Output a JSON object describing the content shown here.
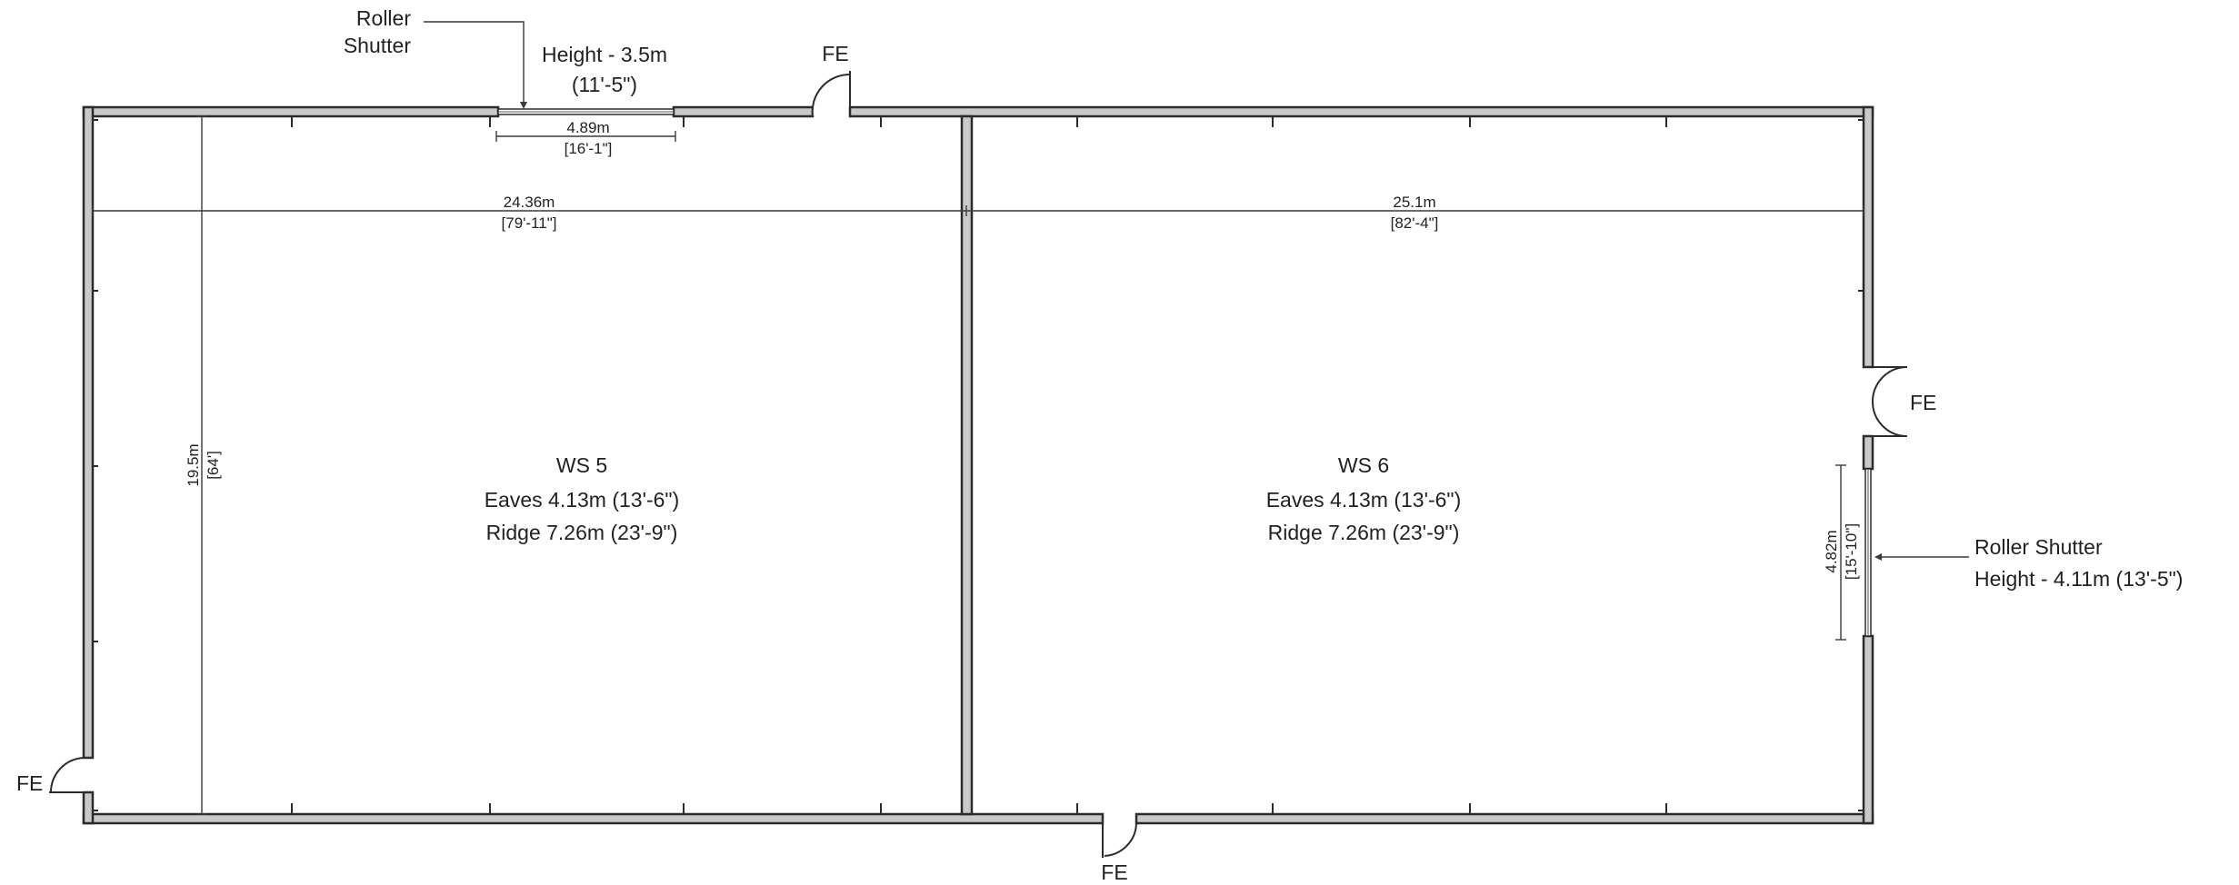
{
  "units": {
    "ws5": {
      "name": "WS 5",
      "eaves": "Eaves 4.13m (13'-6\")",
      "ridge": "Ridge 7.26m (23'-9\")"
    },
    "ws6": {
      "name": "WS 6",
      "eaves": "Eaves 4.13m (13'-6\")",
      "ridge": "Ridge 7.26m (23'-9\")"
    }
  },
  "roller_shutter_top": {
    "label_line1": "Roller",
    "label_line2": "Shutter",
    "height_line1": "Height - 3.5m",
    "height_line2": "(11'-5\")",
    "width_m": "4.89m",
    "width_ft": "[16'-1\"]"
  },
  "roller_shutter_right": {
    "label": "Roller Shutter",
    "height": "Height - 4.11m (13'-5\")",
    "width_m": "4.82m",
    "width_ft": "[15'-10\"]"
  },
  "dimensions": {
    "ws5_width_m": "24.36m",
    "ws5_width_ft": "[79'-11\"]",
    "ws6_width_m": "25.1m",
    "ws6_width_ft": "[82'-4\"]",
    "depth_m": "19.5m",
    "depth_ft": "[64']"
  },
  "fire_exits": {
    "top": "FE",
    "right": "FE",
    "left": "FE",
    "bottom": "FE"
  }
}
